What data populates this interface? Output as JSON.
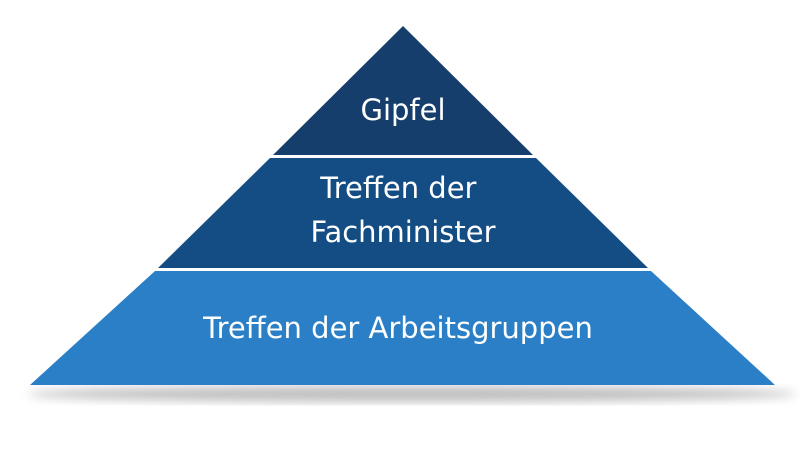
{
  "diagram": {
    "type": "pyramid",
    "tiers": [
      {
        "label_lines": [
          "Gipfel"
        ],
        "color": "#163e6c"
      },
      {
        "label_lines": [
          "Treffen der",
          "Fachminister"
        ],
        "color": "#144d84"
      },
      {
        "label_lines": [
          "Treffen der Arbeitsgruppen"
        ],
        "color": "#2b7fc6"
      }
    ],
    "separator_color": "#ffffff"
  }
}
